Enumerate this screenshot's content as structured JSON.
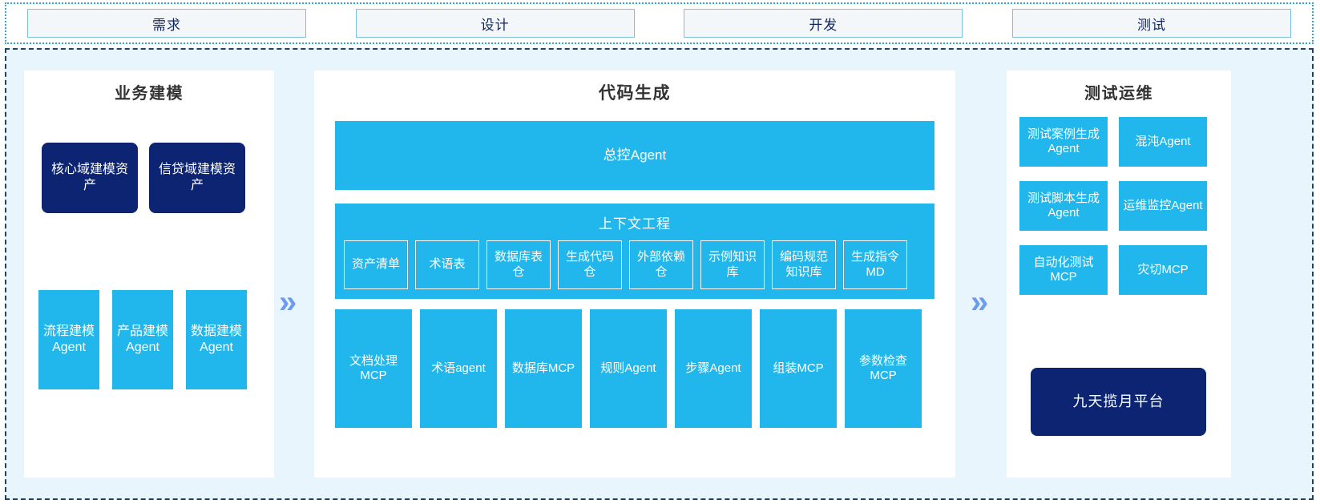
{
  "phases": {
    "items": [
      {
        "label": "需求"
      },
      {
        "label": "设计"
      },
      {
        "label": "开发"
      },
      {
        "label": "测试"
      }
    ]
  },
  "arrows": {
    "glyph": "»",
    "color": "#6f9bef"
  },
  "colors": {
    "cyan": "#22b7ec",
    "navy": "#0c2472",
    "panel_bg": "#ffffff",
    "area_bg": "#e9f5fd",
    "phase_border": "#7cc3d9",
    "phase_fill": "#f3f7fa",
    "arrow": "#6f9bef"
  },
  "left_panel": {
    "title": "业务建模",
    "assets": [
      {
        "label": "核心域建模资产"
      },
      {
        "label": "信贷域建模资产"
      }
    ],
    "agents": [
      {
        "label": "流程建模Agent"
      },
      {
        "label": "产品建模Agent"
      },
      {
        "label": "数据建模Agent"
      }
    ]
  },
  "center_panel": {
    "title": "代码生成",
    "control_agent": "总控Agent",
    "context": {
      "title": "上下文工程",
      "items": [
        {
          "label": "资产清单"
        },
        {
          "label": "术语表"
        },
        {
          "label": "数据库表仓"
        },
        {
          "label": "生成代码仓"
        },
        {
          "label": "外部依赖仓"
        },
        {
          "label": "示例知识库"
        },
        {
          "label": "编码规范知识库"
        },
        {
          "label": "生成指令MD"
        }
      ]
    },
    "tools": [
      {
        "label": "文档处理MCP"
      },
      {
        "label": "术语agent"
      },
      {
        "label": "数据库MCP"
      },
      {
        "label": "规则Agent"
      },
      {
        "label": "步骤Agent"
      },
      {
        "label": "组装MCP"
      },
      {
        "label": "参数检查MCP"
      }
    ]
  },
  "right_panel": {
    "title": "测试运维",
    "items": [
      {
        "label": "测试案例生成Agent"
      },
      {
        "label": "混沌Agent"
      },
      {
        "label": "测试脚本生成Agent"
      },
      {
        "label": "运维监控Agent"
      },
      {
        "label": "自动化测试MCP"
      },
      {
        "label": "灾切MCP"
      }
    ],
    "platform": "九天揽月平台"
  }
}
